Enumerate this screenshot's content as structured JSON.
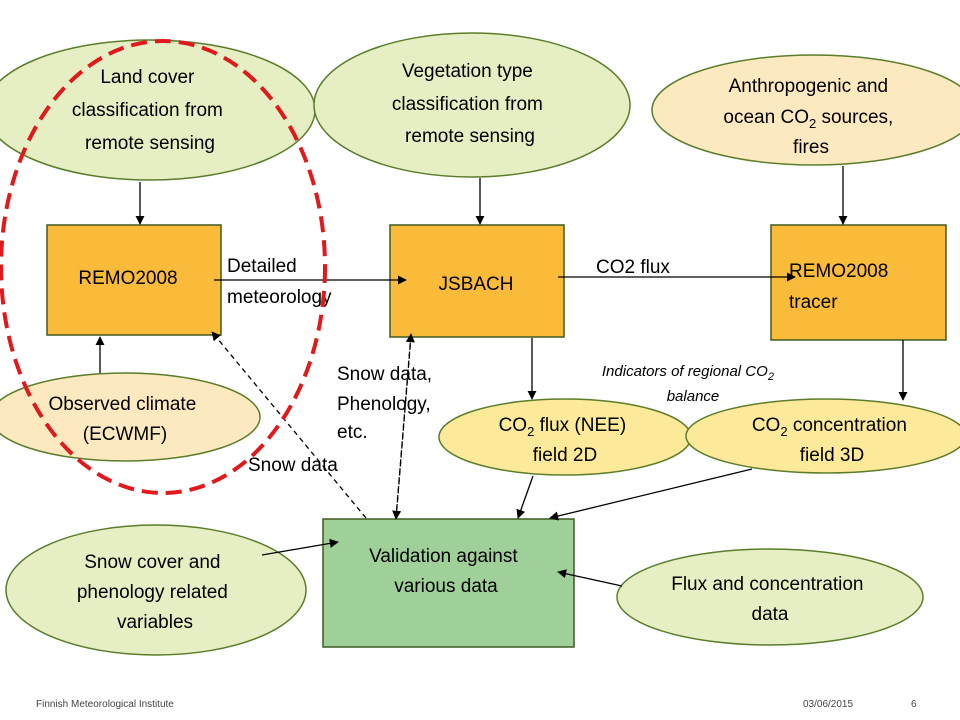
{
  "nodes": {
    "land_cover": [
      "Land cover",
      "classification from",
      "remote sensing"
    ],
    "vegetation": [
      "Vegetation type",
      "classification from",
      "remote sensing"
    ],
    "anthropogenic": {
      "line1": "Anthropogenic and",
      "line2_pre": "ocean CO",
      "line2_sub": "2",
      "line2_post": " sources,",
      "line3": "fires"
    },
    "remo_left": "REMO2008",
    "jsbach": "JSBACH",
    "remo_tracer": [
      "REMO2008",
      "tracer"
    ],
    "observed_climate": [
      "Observed climate",
      "(ECWMF)"
    ],
    "co2_flux_field": {
      "line1_pre": "CO",
      "line1_sub": "2",
      "line1_post": " flux (NEE)",
      "line2": "field 2D"
    },
    "co2_conc_field": {
      "line1_pre": "CO",
      "line1_sub": "2",
      "line1_post": " concentration",
      "line2": "field 3D"
    },
    "validation": [
      "Validation against",
      "various data"
    ],
    "snow_cover": [
      "Snow cover and",
      "phenology related",
      "variables"
    ],
    "flux_conc_data": [
      "Flux and concentration",
      "data"
    ]
  },
  "labels": {
    "detailed_meteorology": [
      "Detailed",
      "meteorology"
    ],
    "co2_flux": "CO2 flux",
    "indicators": {
      "line1_pre": "Indicators of regional CO",
      "line1_sub": "2",
      "line2": "balance"
    },
    "snow_phenology": [
      "Snow data,",
      "Phenology,",
      "etc."
    ],
    "snow_data": "Snow data"
  },
  "footer": {
    "institute": "Finnish Meteorological Institute",
    "date": "03/06/2015",
    "page": "6"
  },
  "colors": {
    "ellipse_green": "#e6efc4",
    "ellipse_peach": "#fde9c0",
    "ellipse_yellow": "#fde99a",
    "box_orange": "#fbbb3a",
    "box_green": "#a0d09a",
    "highlight_dash": "#e0191c"
  }
}
